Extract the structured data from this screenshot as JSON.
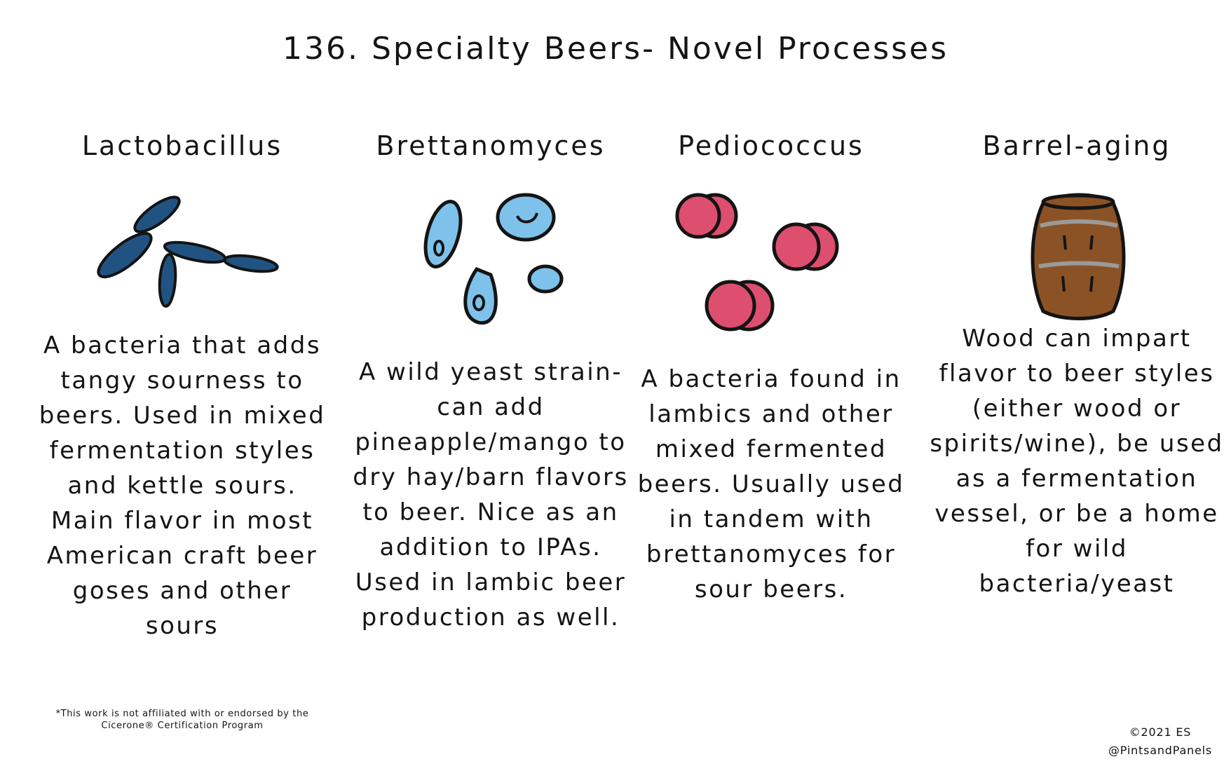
{
  "title": "136. Specialty Beers- Novel Processes",
  "columns": [
    {
      "heading": "Lactobacillus",
      "icon": "rod-bacteria-icon",
      "color": "#215382",
      "description": "A bacteria that adds tangy sourness to beers. Used in mixed fermentation styles and kettle sours. Main flavor in most American craft beer goses and other sours"
    },
    {
      "heading": "Brettanomyces",
      "icon": "yeast-cells-icon",
      "color": "#7ec2eb",
      "description": "A wild yeast strain- can add pineapple/mango to dry hay/barn flavors to beer. Nice as an addition to IPAs. Used in lambic beer production as well."
    },
    {
      "heading": "Pediococcus",
      "icon": "coccus-bacteria-icon",
      "color": "#de4e6e",
      "description": "A bacteria found in lambics and other mixed fermented beers. Usually used in tandem with brettanomyces for sour beers."
    },
    {
      "heading": "Barrel-aging",
      "icon": "barrel-icon",
      "color": "#8b5325",
      "description": "Wood can impart flavor to beer styles (either wood or spirits/wine), be used as a fermentation vessel, or be a home for wild bacteria/yeast"
    }
  ],
  "disclaimer": "*This work is not affiliated with or endorsed by the Cicerone® Certification Program",
  "credit": {
    "year": "©2021 ES",
    "handle": "@PintsandPanels"
  }
}
